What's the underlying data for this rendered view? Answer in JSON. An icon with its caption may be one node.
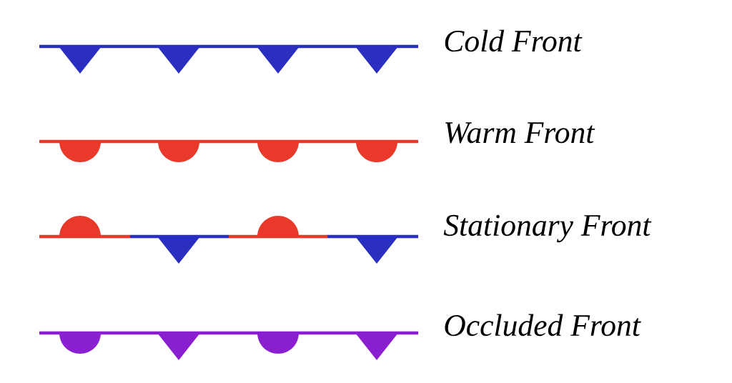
{
  "diagram": {
    "legend": [
      {
        "text": "Cold Front"
      },
      {
        "text": "Warm Front"
      },
      {
        "text": "Stationary Front"
      },
      {
        "text": "Occluded Front"
      }
    ]
  }
}
